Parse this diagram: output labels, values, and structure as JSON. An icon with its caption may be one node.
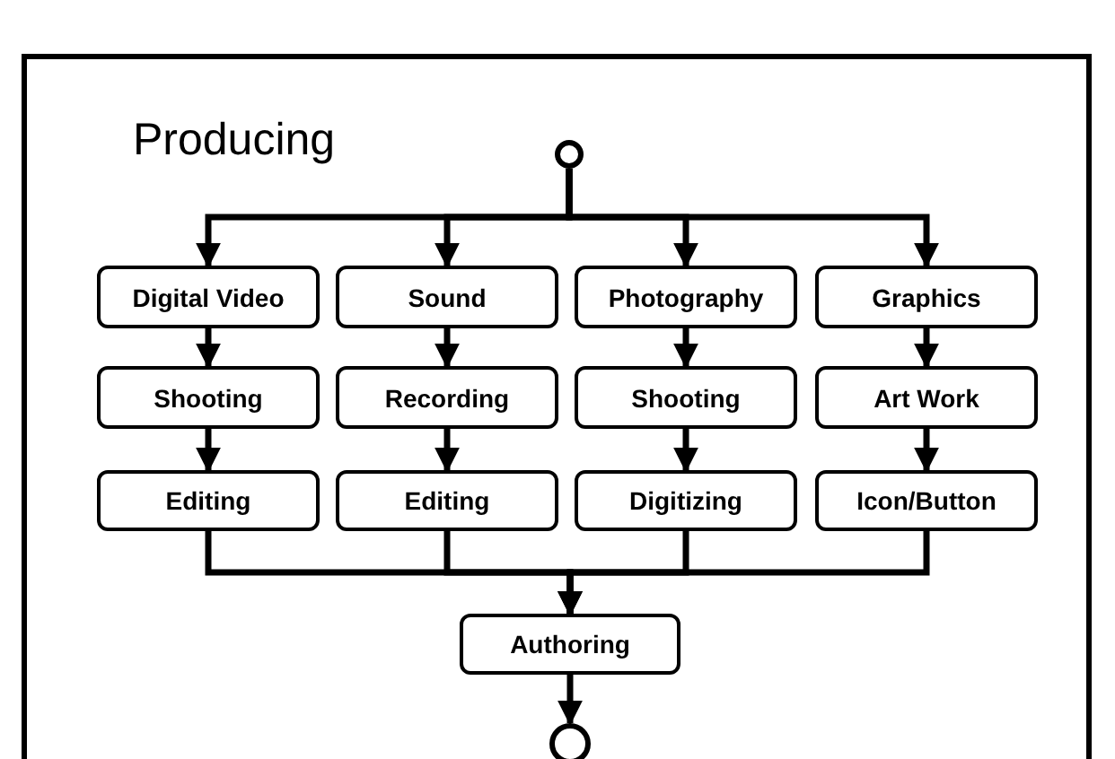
{
  "diagram": {
    "title": "Producing",
    "nodes": [
      {
        "text": [],
        "shape": "circle"
      },
      {
        "text": [
          "Digital Video"
        ]
      },
      {
        "text": [
          "Sound"
        ]
      },
      {
        "text": [
          "Photography"
        ]
      },
      {
        "text": [
          "Graphics"
        ]
      },
      {
        "text": [
          "Shooting"
        ]
      },
      {
        "text": [
          "Recording"
        ]
      },
      {
        "text": [
          "Shooting"
        ]
      },
      {
        "text": [
          "Art Work"
        ]
      },
      {
        "text": [
          "Editing"
        ]
      },
      {
        "text": [
          "Editing"
        ]
      },
      {
        "text": [
          "Digitizing"
        ]
      },
      {
        "text": [
          "Icon/Button"
        ]
      },
      {
        "text": [
          "Authoring"
        ]
      },
      {
        "text": [],
        "shape": "circle"
      }
    ],
    "edges": [
      {
        "from": 0,
        "to": 1,
        "arrow": "to"
      },
      {
        "from": 0,
        "to": 2,
        "arrow": "to"
      },
      {
        "from": 0,
        "to": 3,
        "arrow": "to"
      },
      {
        "from": 0,
        "to": 4,
        "arrow": "to"
      },
      {
        "from": 1,
        "to": 5,
        "arrow": "to"
      },
      {
        "from": 2,
        "to": 6,
        "arrow": "to"
      },
      {
        "from": 3,
        "to": 7,
        "arrow": "to"
      },
      {
        "from": 4,
        "to": 8,
        "arrow": "to"
      },
      {
        "from": 5,
        "to": 9,
        "arrow": "to"
      },
      {
        "from": 6,
        "to": 10,
        "arrow": "to"
      },
      {
        "from": 7,
        "to": 11,
        "arrow": "to"
      },
      {
        "from": 8,
        "to": 12,
        "arrow": "to"
      },
      {
        "from": 9,
        "to": 13,
        "arrow": "to"
      },
      {
        "from": 10,
        "to": 13,
        "arrow": "to"
      },
      {
        "from": 11,
        "to": 13,
        "arrow": "to"
      },
      {
        "from": 12,
        "to": 13,
        "arrow": "to"
      },
      {
        "from": 13,
        "to": 14,
        "arrow": "to"
      }
    ]
  }
}
